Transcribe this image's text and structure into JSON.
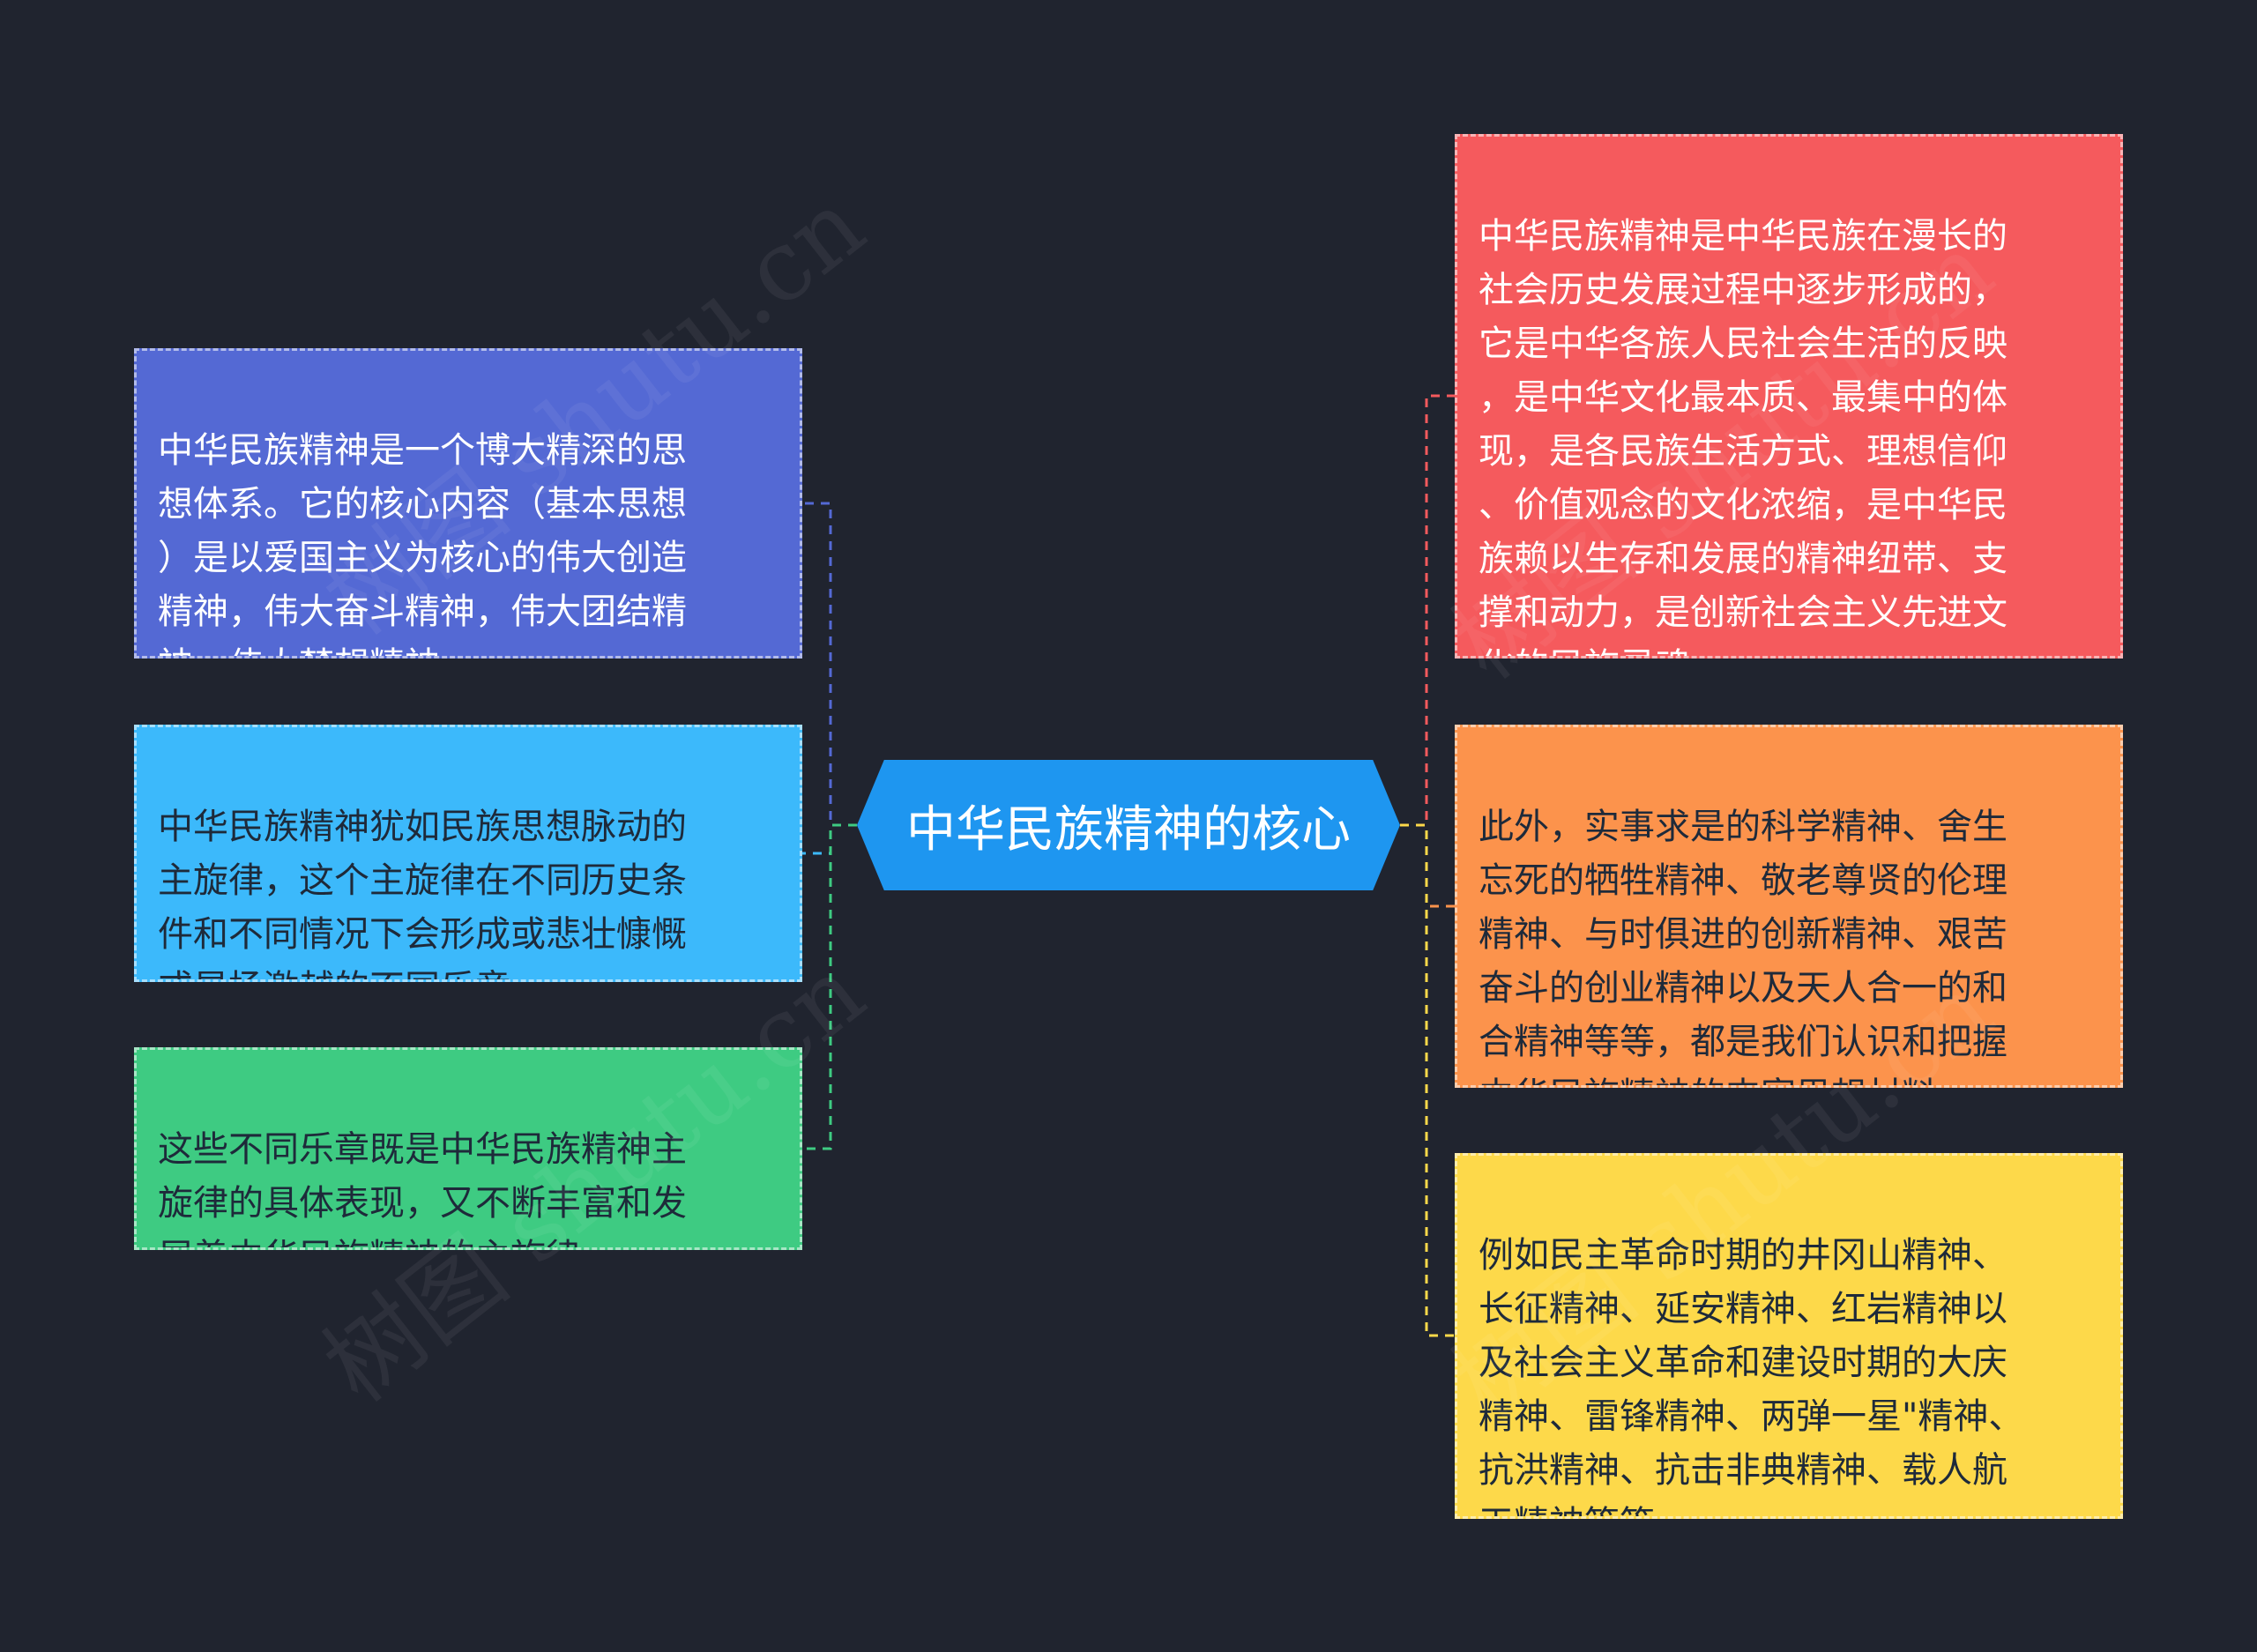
{
  "center": {
    "label": "中华民族精神的核心",
    "color": "#1e96f0"
  },
  "left_nodes": [
    {
      "text": "中华民族精神是一个博大精深的思\n想体系。它的核心内容（基本思想\n）是以爱国主义为核心的伟大创造\n精神，伟大奋斗精神，伟大团结精\n神，伟大梦想精神。",
      "color": "#5469d4"
    },
    {
      "text": "中华民族精神犹如民族思想脉动的\n主旋律，这个主旋律在不同历史条\n件和不同情况下会形成或悲壮慷慨\n或昂扬激越的不同乐章。",
      "color": "#3cb9fb"
    },
    {
      "text": "这些不同乐章既是中华民族精神主\n旋律的具体表现，又不断丰富和发\n展着中华民族精神的主旋律。",
      "color": "#3ecb82"
    }
  ],
  "right_nodes": [
    {
      "text": "中华民族精神是中华民族在漫长的\n社会历史发展过程中逐步形成的，\n它是中华各族人民社会生活的反映\n，是中华文化最本质、最集中的体\n现，是各民族生活方式、理想信仰\n、价值观念的文化浓缩，是中华民\n族赖以生存和发展的精神纽带、支\n撑和动力，是创新社会主义先进文\n化的民族灵魂。",
      "color": "#f55a5d"
    },
    {
      "text": "此外，实事求是的科学精神、舍生\n忘死的牺牲精神、敬老尊贤的伦理\n精神、与时俱进的创新精神、艰苦\n奋斗的创业精神以及天人合一的和\n合精神等等，都是我们认识和把握\n中华民族精神的丰富思想材料。",
      "color": "#fc934c"
    },
    {
      "text": "例如民主革命时期的井冈山精神、\n长征精神、延安精神、红岩精神以\n及社会主义革命和建设时期的大庆\n精神、雷锋精神、两弹一星\"精神、\n抗洪精神、抗击非典精神、载人航\n天精神等等。",
      "color": "#fdd94a"
    }
  ],
  "watermark": "树图 shutu.cn"
}
